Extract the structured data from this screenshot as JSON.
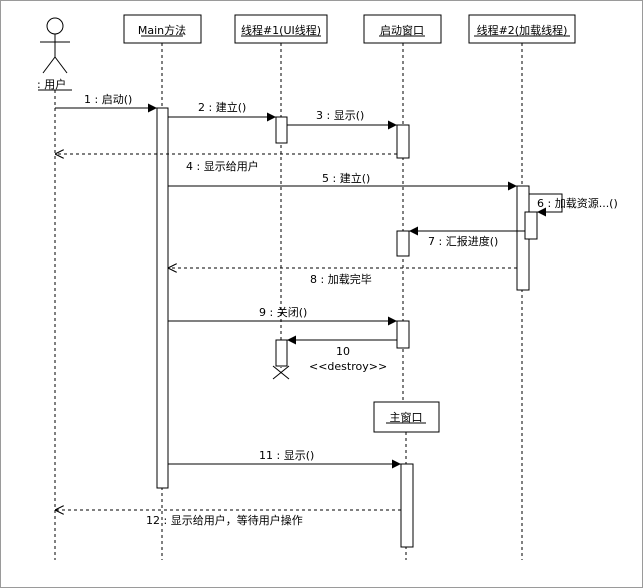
{
  "actor": {
    "name": ": 用户"
  },
  "lifelines": {
    "main": "Main方法",
    "thread1": "线程#1(UI线程)",
    "splash": "启动窗口",
    "thread2": "线程#2(加载线程)",
    "mainwin": "主窗口"
  },
  "messages": {
    "m1": "1 : 启动()",
    "m2": "2 : 建立()",
    "m3": "3 : 显示()",
    "m4": "4 : 显示给用户",
    "m5": "5 : 建立()",
    "m6": "6 : 加载资源...()",
    "m7": "7 : 汇报进度()",
    "m8": "8 : 加载完毕",
    "m9": "9 : 关闭()",
    "m10_num": "10",
    "m10_stereo": "<<destroy>>",
    "m11": "11 : 显示()",
    "m12": "12 : 显示给用户，等待用户操作"
  }
}
